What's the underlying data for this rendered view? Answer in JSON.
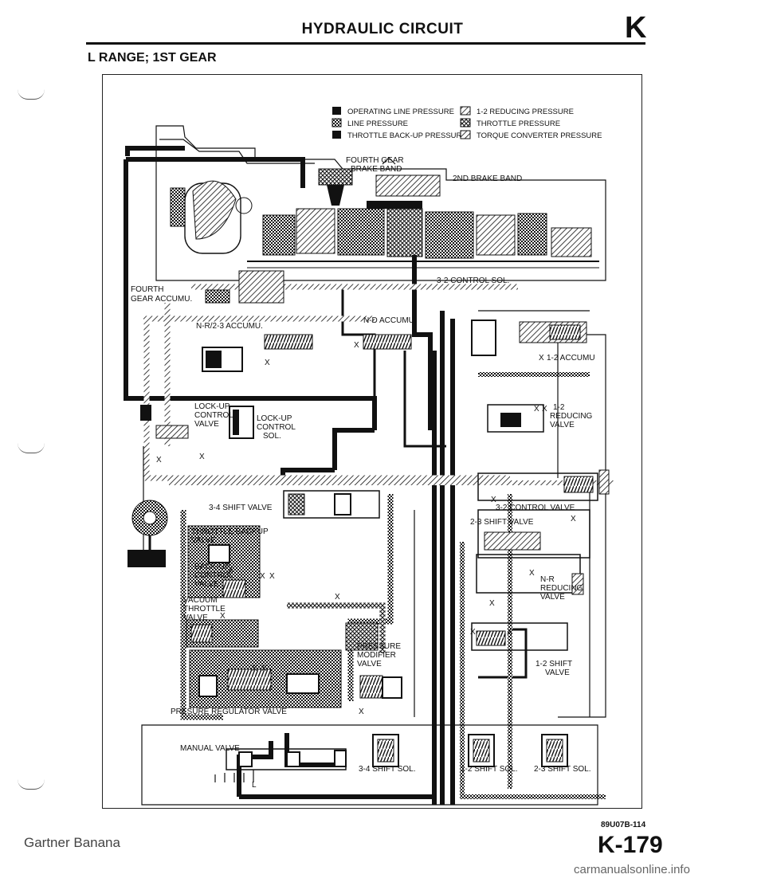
{
  "header": {
    "title": "HYDRAULIC CIRCUIT",
    "section_letter": "K"
  },
  "subtitle": "L RANGE; 1ST GEAR",
  "legend": [
    {
      "label": "OPERATING LINE PRESSURE",
      "pattern": "solid"
    },
    {
      "label": "LINE PRESSURE",
      "pattern": "checker"
    },
    {
      "label": "THROTTLE BACK-UP PRESSURE",
      "pattern": "solid"
    },
    {
      "label": "1-2 REDUCING PRESSURE",
      "pattern": "hatch"
    },
    {
      "label": "THROTTLE PRESSURE",
      "pattern": "cross"
    },
    {
      "label": "TORQUE CONVERTER PRESSURE",
      "pattern": "hatch"
    }
  ],
  "labels": {
    "fourth_gear_brake_band_1": "FOURTH GEAR",
    "fourth_gear_brake_band_2": "BRAKE BAND",
    "second_brake_band": "2ND BRAKE BAND",
    "fourth_gear_accumu_1": "FOURTH",
    "fourth_gear_accumu_2": "GEAR ACCUMU.",
    "control_sol_32": "3-2 CONTROL SOL.",
    "nr23_accumu": "N-R/2-3 ACCUMU.",
    "nd_accumu": "N-D ACCUMU.",
    "accumu_12": "1-2 ACCUMU",
    "lockup_valve_1": "LOCK-UP",
    "lockup_valve_2": "CONTROL",
    "lockup_valve_3": "VALVE",
    "lockup_sol_1": "LOCK-UP",
    "lockup_sol_2": "CONTROL",
    "lockup_sol_3": "SOL.",
    "reducing_12_1": "1-2",
    "reducing_12_2": "REDUCING",
    "reducing_12_3": "VALVE",
    "shift_valve_34": "3-4 SHIFT VALVE",
    "control_valve_32": "3-2 CONTROL VALVE",
    "shift_valve_23": "2-3 SHIFT VALVE",
    "throttle_backup_1": "THROTTLE BACKUP",
    "throttle_backup_2": "VALVE",
    "backup_control_1": "BACK-UP",
    "backup_control_2": "CONTROL",
    "backup_control_3": "VALVE",
    "nr_reducing_1": "N-R",
    "nr_reducing_2": "REDUCING",
    "nr_reducing_3": "VALVE",
    "vacuum_throttle_1": "VACUUM",
    "vacuum_throttle_2": "THROTTLE",
    "vacuum_throttle_3": "VALVE",
    "pressure_modifier_1": "PRESSURE",
    "pressure_modifier_2": "MODIFIER",
    "pressure_modifier_3": "VALVE",
    "shift_valve_12_1": "1-2 SHIFT",
    "shift_valve_12_2": "VALVE",
    "pressure_regulator": "PRESURE REGULATOR VALVE",
    "manual_valve": "MANUAL VALVE",
    "manual_l": "L",
    "shift_sol_34": "3-4 SHIFT SOL.",
    "shift_sol_12": "1-2 SHIFT SOL.",
    "shift_sol_23": "2-3 SHIFT SOL."
  },
  "drain_mark": "X",
  "diagram_code": "89U07B-114",
  "page_number": "K-179",
  "caption": "Gartner Banana",
  "footer": "carmanualsonline.info"
}
